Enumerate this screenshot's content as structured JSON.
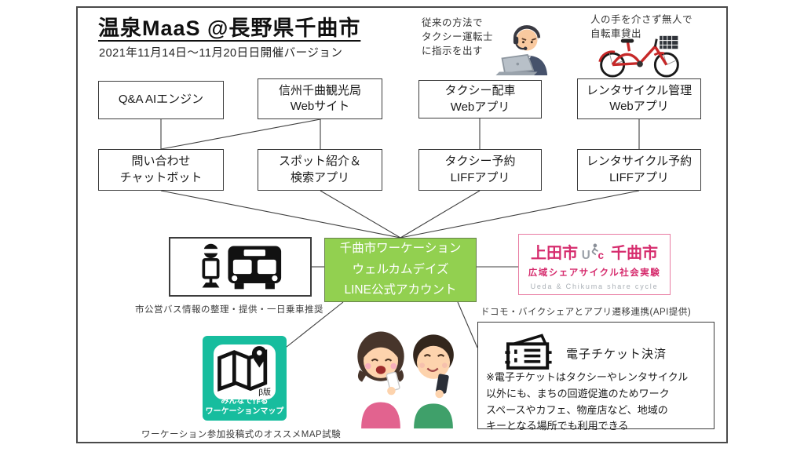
{
  "colors": {
    "line_green": "#92d050",
    "map_teal": "#17bd9e",
    "share_pink": "#d62d6e"
  },
  "header": {
    "title": "温泉MaaS @長野県千曲市",
    "subtitle": "2021年11月14日～11月20日日開催バージョン"
  },
  "top_notes": {
    "operator": "従来の方法で\nタクシー運転士\nに指示を出す",
    "bicycle": "人の手を介さず無人で\n自転車貸出"
  },
  "boxes": {
    "row1": [
      "Q&A AIエンジン",
      "信州千曲観光局\nWebサイト",
      "タクシー配車\nWebアプリ",
      "レンタサイクル管理\nWebアプリ"
    ],
    "row2": [
      "問い合わせ\nチャットボット",
      "スポット紹介＆\n検索アプリ",
      "タクシー予約\nLIFFアプリ",
      "レンタサイクル予約\nLIFFアプリ"
    ]
  },
  "line_account": {
    "label": "千曲市ワーケーション\nウェルカムデイズ\nLINE公式アカウント"
  },
  "bus": {
    "caption": "市公営バス情報の整理・提供・一日乗車推奨"
  },
  "share_cycle": {
    "city_left": "上田市",
    "city_right": "千曲市",
    "logo_u": "U",
    "logo_c": "c",
    "subtitle": "広域シェアサイクル社会実験",
    "english": "Ueda & Chikuma share cycle",
    "caption": "ドコモ・バイクシェアとアプリ遷移連携(API提供)"
  },
  "map_app": {
    "beta": "β版",
    "label": "みんなで作る\nワーケーションマップ",
    "caption": "ワーケーション参加投稿式のオススメMAP試験"
  },
  "ticket": {
    "title": "電子チケット決済",
    "note": "※電子チケットはタクシーやレンタサイクル\n以外にも、まちの回遊促進のためワーク\nスペースやカフェ、物産店など、地域の\nキーとなる場所でも利用できる"
  }
}
